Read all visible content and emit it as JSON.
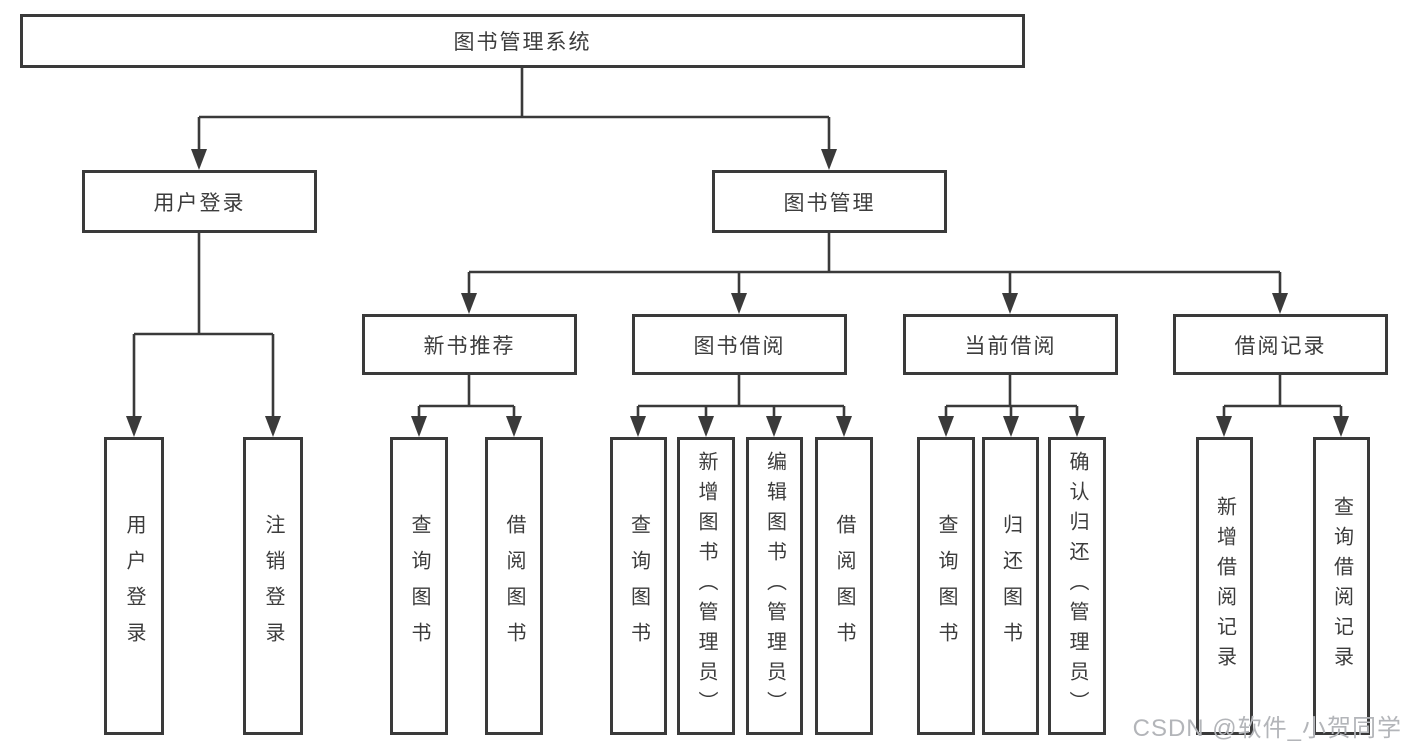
{
  "diagram": {
    "type": "hierarchy-tree",
    "title": "图书管理系统",
    "colors": {
      "line": "#3a3a3a",
      "box_border": "#3a3a3a",
      "text": "#3c3c3c",
      "background": "#ffffff",
      "watermark": "#b3b5b9"
    },
    "tree": {
      "root": {
        "label": "图书管理系统"
      },
      "branches": [
        {
          "label": "用户登录",
          "children": [
            {
              "label": "用户登录"
            },
            {
              "label": "注销登录"
            }
          ]
        },
        {
          "label": "图书管理",
          "children": [
            {
              "label": "新书推荐",
              "children": [
                {
                  "label": "查询图书"
                },
                {
                  "label": "借阅图书"
                }
              ]
            },
            {
              "label": "图书借阅",
              "children": [
                {
                  "label": "查询图书"
                },
                {
                  "label": "新增图书（管理员）"
                },
                {
                  "label": "编辑图书（管理员）"
                },
                {
                  "label": "借阅图书"
                }
              ]
            },
            {
              "label": "当前借阅",
              "children": [
                {
                  "label": "查询图书"
                },
                {
                  "label": "归还图书"
                },
                {
                  "label": "确认归还（管理员）"
                }
              ]
            },
            {
              "label": "借阅记录",
              "children": [
                {
                  "label": "新增借阅记录"
                },
                {
                  "label": "查询借阅记录"
                }
              ]
            }
          ]
        }
      ]
    }
  },
  "watermark": {
    "text": "CSDN @软件_小贺同学"
  }
}
